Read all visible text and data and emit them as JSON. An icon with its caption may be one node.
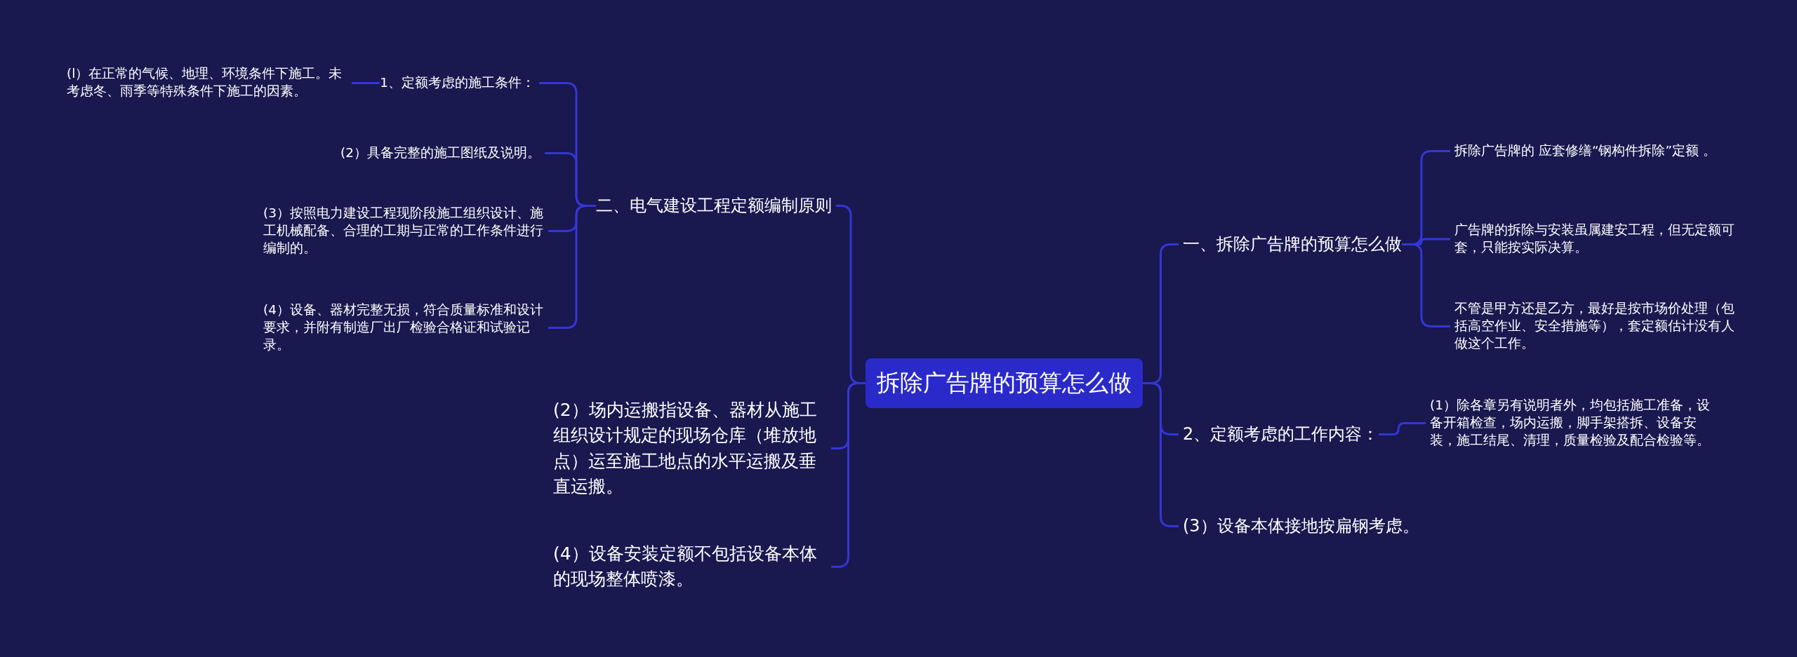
{
  "diagram": {
    "nodes": [
      {
        "text": [
          "拆除广告牌的预算怎么做"
        ]
      },
      {
        "text": [
          "一、拆除广告牌的预算怎么做"
        ]
      },
      {
        "text": [
          "拆除广告牌的 应套修缮“钢构件拆除”定额 。"
        ]
      },
      {
        "text": [
          "广告牌的拆除与安装虽属建安工程，但无定额可套，只能按实际决算。"
        ]
      },
      {
        "text": [
          "不管是甲方还是乙方，最好是按市场价处理（包括高空作业、安全措施等），套定额估计没有人做这个工作。"
        ]
      },
      {
        "text": [
          "2、定额考虑的工作内容："
        ]
      },
      {
        "text": [
          "(1）除各章另有说明者外，均包括施工准备，设备开箱检查，场内运搬，脚手架搭拆、设备安装，施工结尾、清理，质量检验及配合检验等。"
        ]
      },
      {
        "text": [
          "(3）设备本体接地按扁钢考虑。"
        ]
      },
      {
        "text": [
          "二、电气建设工程定额编制原则"
        ]
      },
      {
        "text": [
          "1、定额考虑的施工条件："
        ]
      },
      {
        "text": [
          "(l）在正常的气候、地理、环境条件下施工。未考虑冬、雨季等特殊条件下施工的因素。"
        ]
      },
      {
        "text": [
          "(2）具备完整的施工图纸及说明。"
        ]
      },
      {
        "text": [
          "(3）按照电力建设工程现阶段施工组织设计、施工机械配备、合理的工期与正常的工作条件进行编制的。"
        ]
      },
      {
        "text": [
          "(4）设备、器材完整无损，符合质量标准和设计要求，并附有制造厂出厂检验合格证和试验记录。"
        ]
      },
      {
        "text": [
          "(2）场内运搬指设备、器材从施工组织设计规定的现场仓库（堆放地点）运至施工地点的水平运搬及垂直运搬。"
        ]
      },
      {
        "text": [
          "(4）设备安装定额不包括设备本体的现场整体喷漆。"
        ]
      }
    ],
    "edges": [
      {
        "from": 0,
        "to": 1,
        "arrow": "none"
      },
      {
        "from": 0,
        "to": 5,
        "arrow": "none"
      },
      {
        "from": 0,
        "to": 7,
        "arrow": "none"
      },
      {
        "from": 0,
        "to": 8,
        "arrow": "none"
      },
      {
        "from": 0,
        "to": 14,
        "arrow": "none"
      },
      {
        "from": 0,
        "to": 15,
        "arrow": "none"
      },
      {
        "from": 1,
        "to": 2,
        "arrow": "none"
      },
      {
        "from": 1,
        "to": 3,
        "arrow": "none"
      },
      {
        "from": 1,
        "to": 4,
        "arrow": "none"
      },
      {
        "from": 5,
        "to": 6,
        "arrow": "none"
      },
      {
        "from": 8,
        "to": 9,
        "arrow": "none"
      },
      {
        "from": 8,
        "to": 11,
        "arrow": "none"
      },
      {
        "from": 8,
        "to": 12,
        "arrow": "none"
      },
      {
        "from": 8,
        "to": 13,
        "arrow": "none"
      },
      {
        "from": 9,
        "to": 10,
        "arrow": "none"
      }
    ]
  }
}
